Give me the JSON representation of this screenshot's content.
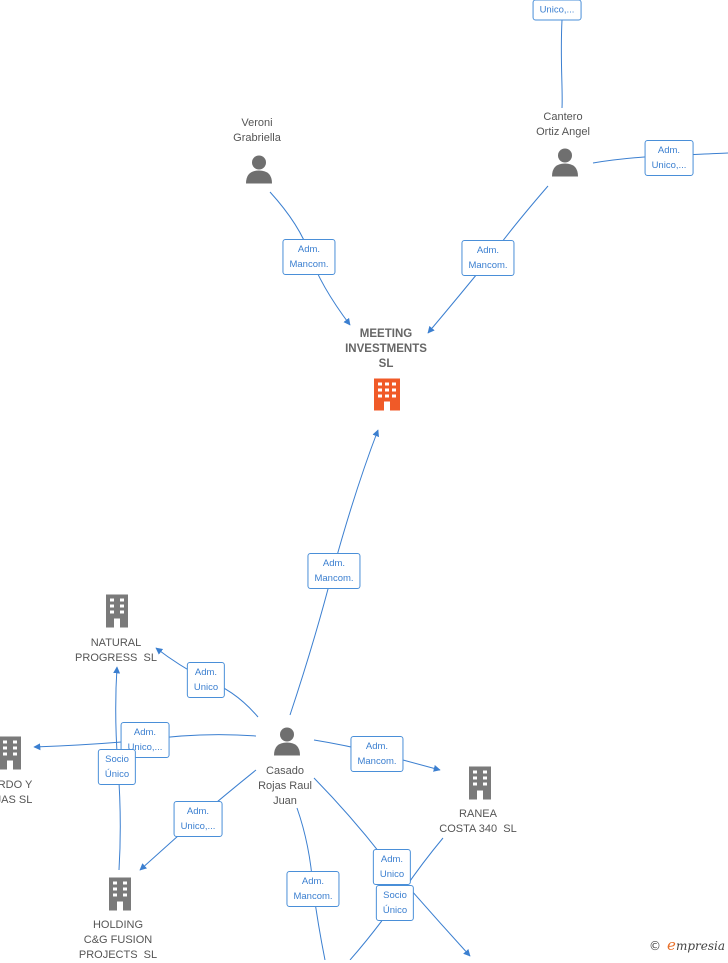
{
  "nodes": {
    "veroni": "Veroni\nGrabriella",
    "cantero": "Cantero\nOrtiz Angel",
    "meeting": "MEETING\nINVESTMENTS\nSL",
    "natural": "NATURAL\nPROGRESS  SL",
    "bernardo": "RDO Y\nJAS SL",
    "casado": "Casado\nRojas Raul\nJuan",
    "ranea": "RANEA\nCOSTA 340  SL",
    "holding": "HOLDING\nC&G FUSION\nPROJECTS  SL"
  },
  "badges": {
    "top_unico": "Unico,...",
    "cantero_right": "Adm.\nUnico,...",
    "veroni_meeting": "Adm.\nMancom.",
    "cantero_meeting": "Adm.\nMancom.",
    "casado_meeting": "Adm.\nMancom.",
    "casado_natural": "Adm.\nUnico",
    "casado_left": "Adm.\nUnico,...",
    "socio_unico_left": "Socio\nÚnico",
    "casado_ranea": "Adm.\nMancom.",
    "casado_holding": "Adm.\nUnico,...",
    "casado_bottom_mancom": "Adm.\nMancom.",
    "casado_bottom_unico": "Adm.\nUnico",
    "socio_unico_bottom": "Socio\nÚnico"
  },
  "brand": {
    "copyright": "©",
    "name_initial": "e",
    "name_rest": "mpresia"
  },
  "colors": {
    "edge": "#3b7fd0",
    "person": "#6f6f6f",
    "company": "#7a7a7a",
    "focus": "#f05a28"
  }
}
